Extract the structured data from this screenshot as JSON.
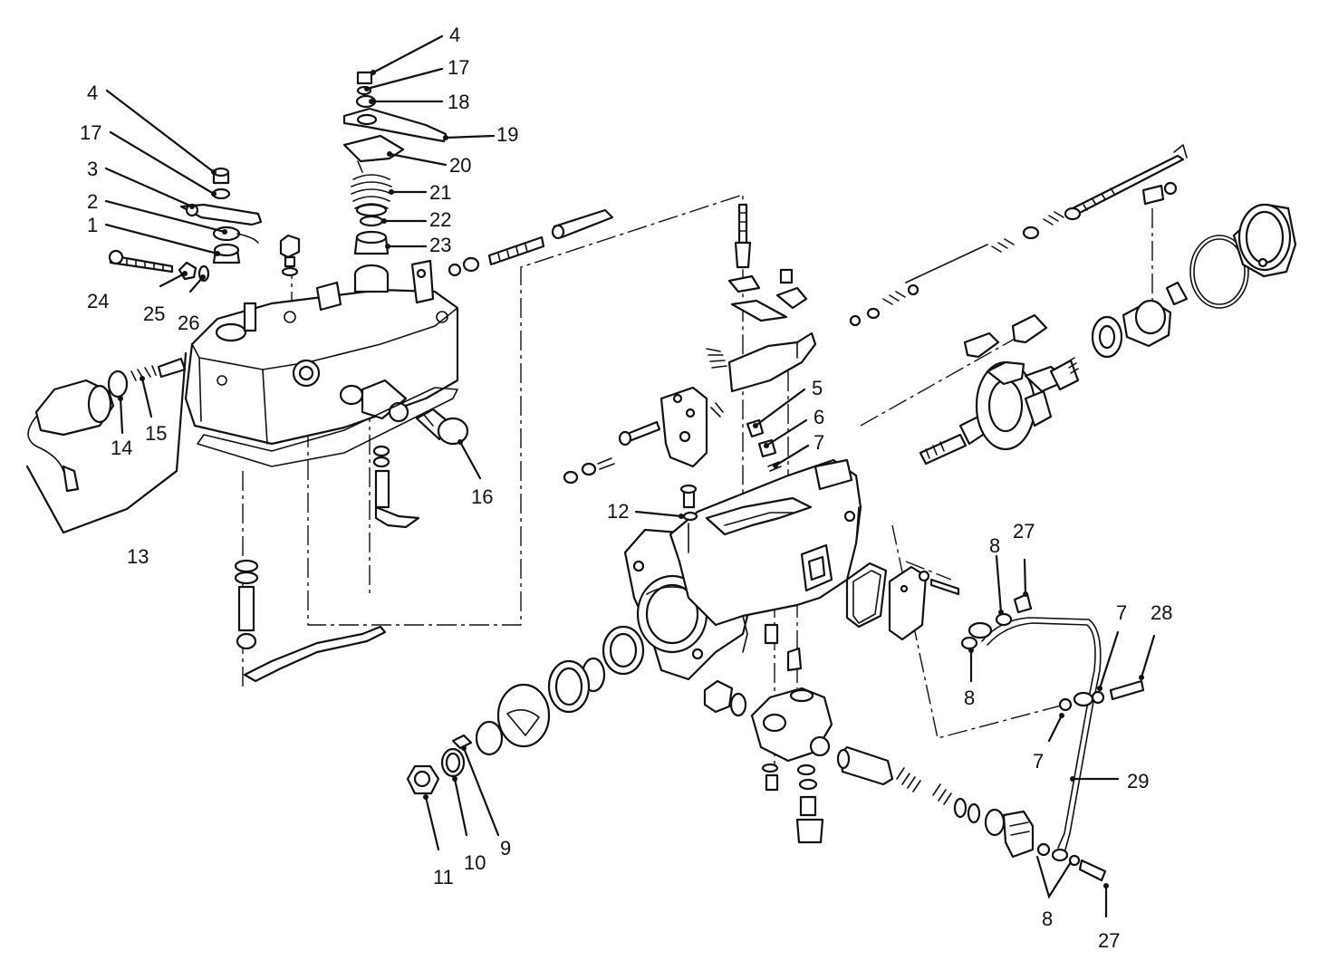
{
  "diagram": {
    "background": "#ffffff",
    "ink": "#111111",
    "callouts": [
      {
        "id": "c4a",
        "text": "4"
      },
      {
        "id": "c17a",
        "text": "17"
      },
      {
        "id": "c18",
        "text": "18"
      },
      {
        "id": "c19",
        "text": "19"
      },
      {
        "id": "c20",
        "text": "20"
      },
      {
        "id": "c21",
        "text": "21"
      },
      {
        "id": "c22",
        "text": "22"
      },
      {
        "id": "c23",
        "text": "23"
      },
      {
        "id": "c4b",
        "text": "4"
      },
      {
        "id": "c17b",
        "text": "17"
      },
      {
        "id": "c3",
        "text": "3"
      },
      {
        "id": "c2",
        "text": "2"
      },
      {
        "id": "c1",
        "text": "1"
      },
      {
        "id": "c24",
        "text": "24"
      },
      {
        "id": "c25",
        "text": "25"
      },
      {
        "id": "c26",
        "text": "26"
      },
      {
        "id": "c14",
        "text": "14"
      },
      {
        "id": "c15",
        "text": "15"
      },
      {
        "id": "c13",
        "text": "13"
      },
      {
        "id": "c16",
        "text": "16"
      },
      {
        "id": "c5",
        "text": "5"
      },
      {
        "id": "c6",
        "text": "6"
      },
      {
        "id": "c7a",
        "text": "7"
      },
      {
        "id": "c12",
        "text": "12"
      },
      {
        "id": "c8a",
        "text": "8"
      },
      {
        "id": "c27a",
        "text": "27"
      },
      {
        "id": "c8b",
        "text": "8"
      },
      {
        "id": "c7b",
        "text": "7"
      },
      {
        "id": "c28",
        "text": "28"
      },
      {
        "id": "c7c",
        "text": "7"
      },
      {
        "id": "c29",
        "text": "29"
      },
      {
        "id": "c8c",
        "text": "8"
      },
      {
        "id": "c27b",
        "text": "27"
      },
      {
        "id": "c11",
        "text": "11"
      },
      {
        "id": "c10",
        "text": "10"
      },
      {
        "id": "c9",
        "text": "9"
      }
    ]
  }
}
